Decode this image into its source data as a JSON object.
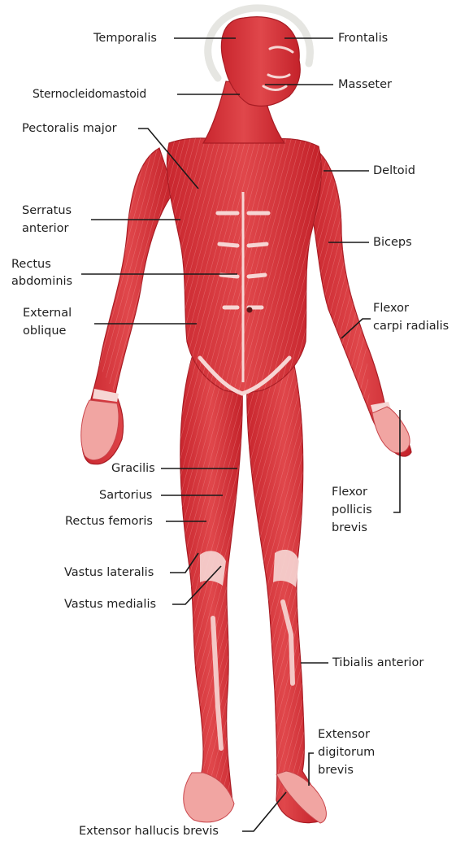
{
  "diagram": {
    "colors": {
      "muscle": "#d8343a",
      "muscle_dark": "#b81f28",
      "muscle_light": "#ee7a7a",
      "tendon": "#f6d6d4",
      "halo": "#e6e6e2",
      "leader": "#1a1a1a"
    },
    "labels": {
      "temporalis": "Temporalis",
      "frontalis": "Frontalis",
      "sternocleidomastoid": "Sternocleidomastoid",
      "masseter": "Masseter",
      "pectoralis_major": "Pectoralis major",
      "deltoid": "Deltoid",
      "serratus_anterior_1": "Serratus",
      "serratus_anterior_2": "anterior",
      "biceps": "Biceps",
      "rectus_abdominis_1": "Rectus",
      "rectus_abdominis_2": "abdominis",
      "flexor_carpi_1": "Flexor",
      "flexor_carpi_2": "carpi radialis",
      "external_oblique_1": "External",
      "external_oblique_2": "oblique",
      "gracilis": "Gracilis",
      "sartorius": "Sartorius",
      "rectus_femoris": "Rectus femoris",
      "flexor_pollicis_1": "Flexor",
      "flexor_pollicis_2": "pollicis",
      "flexor_pollicis_3": "brevis",
      "vastus_lateralis": "Vastus lateralis",
      "vastus_medialis": "Vastus medialis",
      "tibialis_anterior": "Tibialis anterior",
      "extensor_digitorum_1": "Extensor",
      "extensor_digitorum_2": "digitorum",
      "extensor_digitorum_3": "brevis",
      "extensor_hallucis": "Extensor hallucis brevis"
    }
  }
}
